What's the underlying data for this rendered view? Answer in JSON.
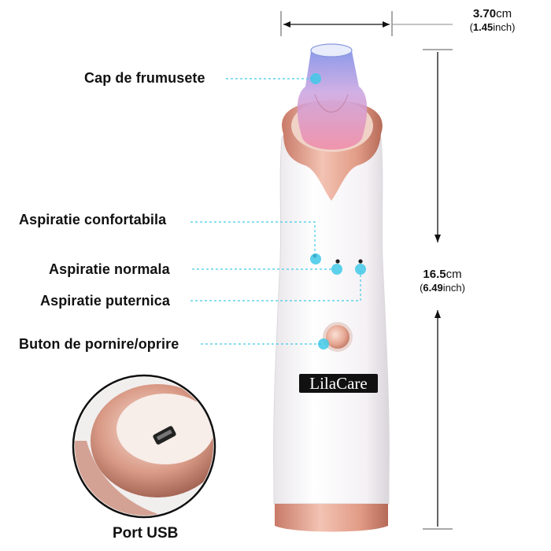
{
  "labels": {
    "cap": "Cap de frumusete",
    "confort": "Aspiratie confortabila",
    "normala": "Aspiratie normala",
    "puternica": "Aspiratie puternica",
    "buton": "Buton de pornire/oprire",
    "port": "Port USB"
  },
  "dimensions": {
    "width_cm": "3.70",
    "width_cm_unit": "cm",
    "width_in": "1.45",
    "width_in_unit": "inch",
    "height_cm": "16.5",
    "height_cm_unit": "cm",
    "height_in": "6.49",
    "height_in_unit": "inch"
  },
  "brand": "LilaCare",
  "colors": {
    "rose_gold": "#e0a08c",
    "callout": "#41c9e8",
    "tip_blue": "#6f86e6",
    "tip_pink": "#e88fb1",
    "body": "#f7f5f7"
  }
}
